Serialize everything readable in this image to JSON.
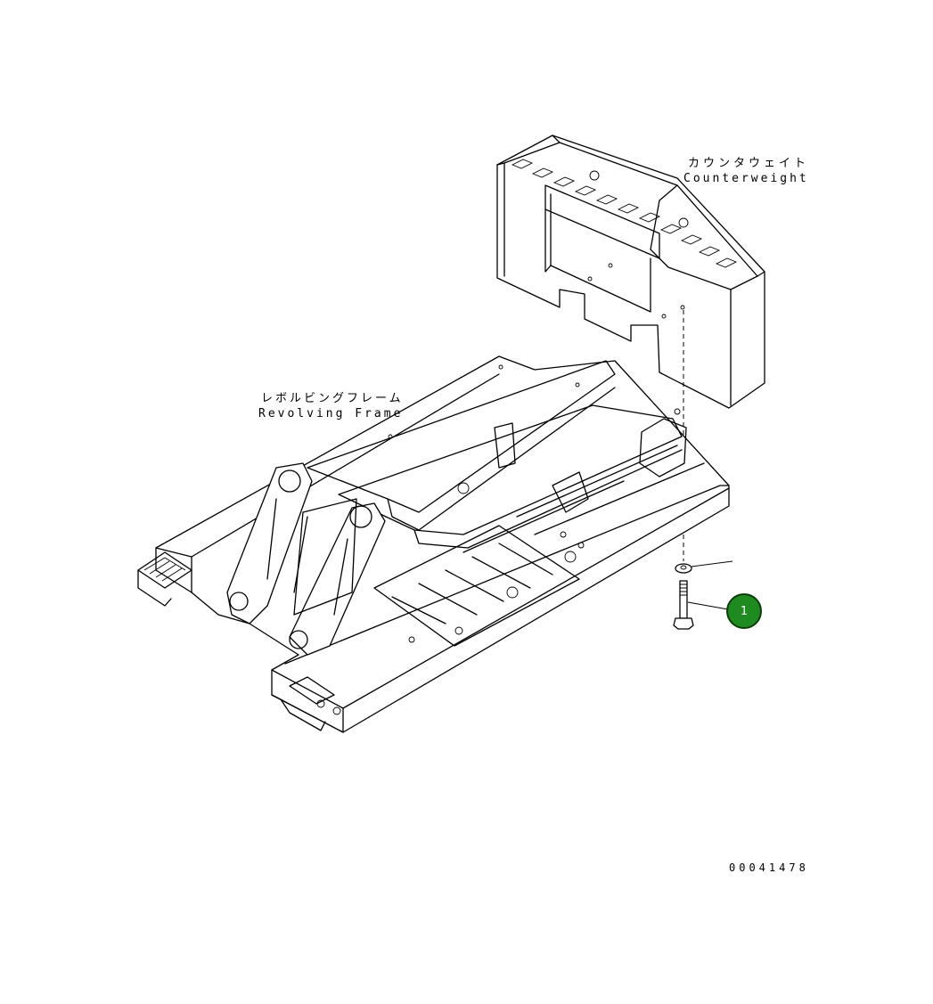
{
  "labels": {
    "counterweight_jp": "カウンタウェイト",
    "counterweight_en": "Counterweight",
    "frame_jp": "レボルビングフレーム",
    "frame_en": "Revolving Frame"
  },
  "callouts": [
    {
      "number": "1",
      "color": "#1f8a1f"
    }
  ],
  "drawing_number": "00041478"
}
